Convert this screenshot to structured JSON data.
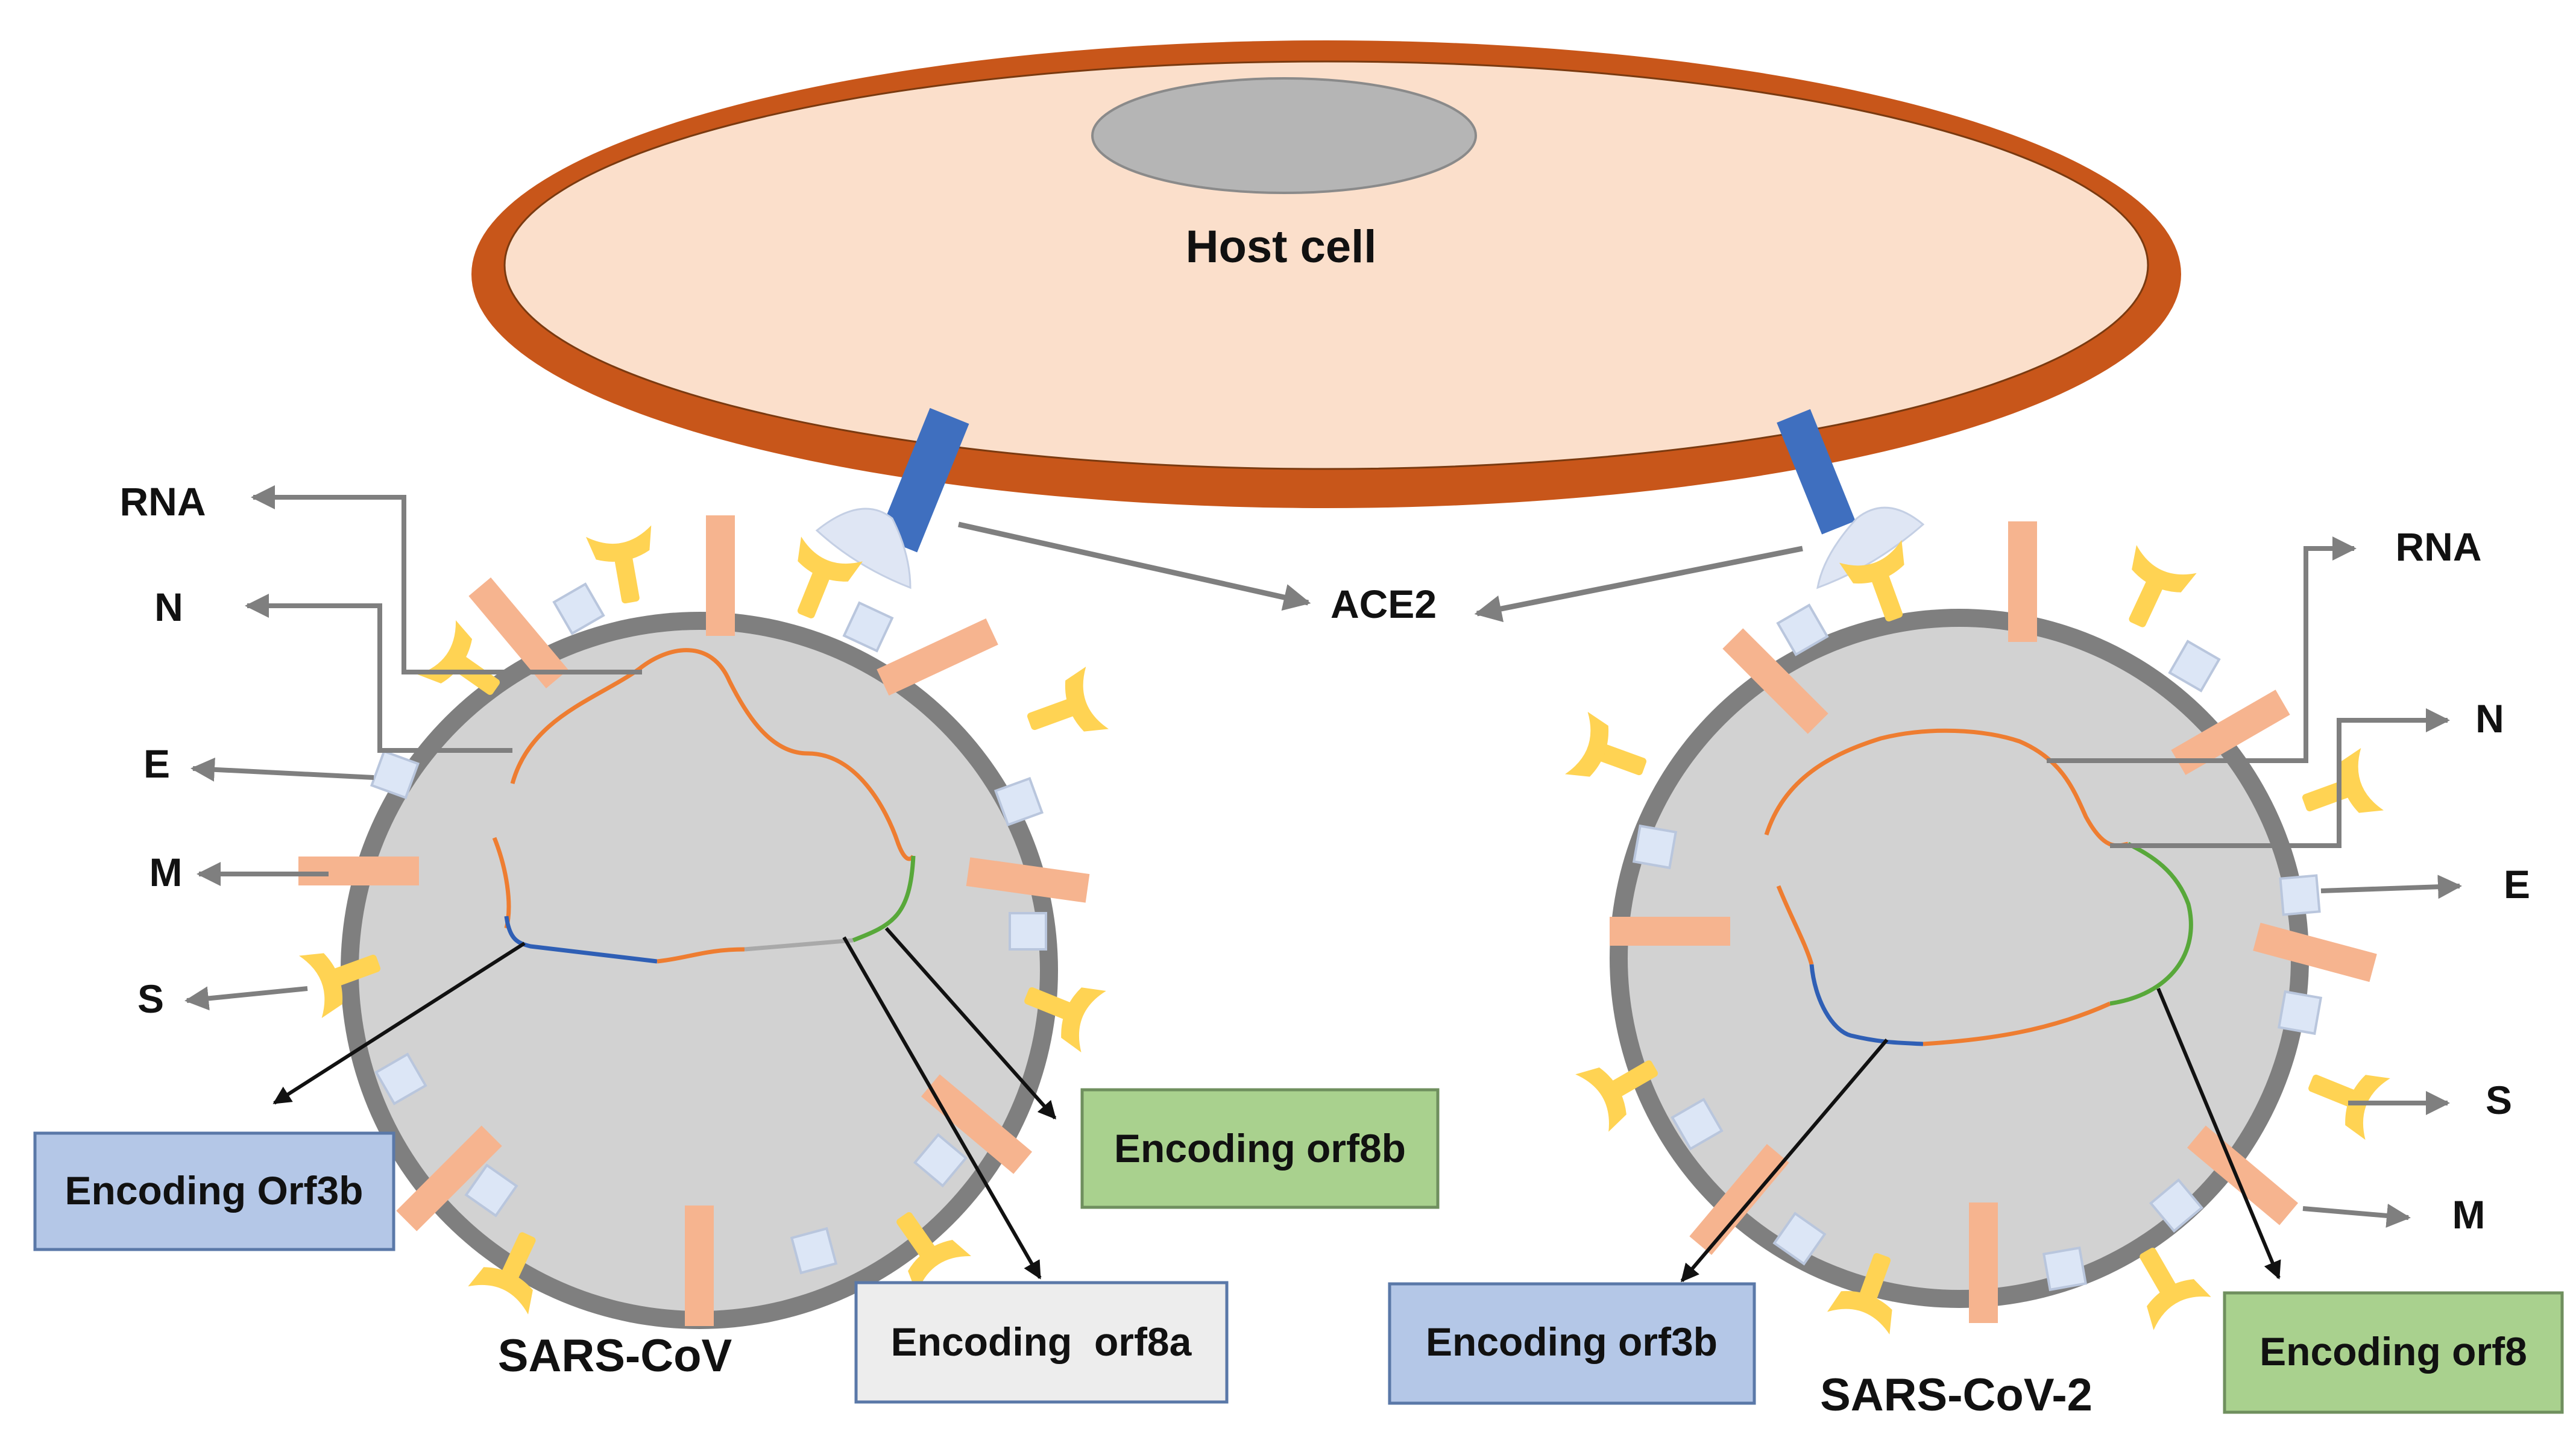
{
  "host_cell": {
    "label": "Host cell"
  },
  "receptor": {
    "label": "ACE2"
  },
  "left_virus": {
    "name": "SARS-CoV",
    "labels": {
      "rna": "RNA",
      "n": "N",
      "e": "E",
      "m": "M",
      "s": "S"
    },
    "boxes": {
      "orf3b": "Encoding Orf3b",
      "orf8a": "Encoding  orf8a",
      "orf8b": "Encoding orf8b"
    }
  },
  "right_virus": {
    "name": "SARS-CoV-2",
    "labels": {
      "rna": "RNA",
      "n": "N",
      "e": "E",
      "s": "S",
      "m": "M"
    },
    "boxes": {
      "orf3b": "Encoding orf3b",
      "orf8": "Encoding orf8"
    }
  },
  "colors": {
    "membrane": "#c8561a",
    "cytoplasm": "#fbdfcb",
    "nucleus": "#b5b5b5",
    "ace2_stem": "#3f6fbf",
    "ace2_cap": "#dfe6f4",
    "virion_body": "#d2d2d2",
    "virion_envelope": "#7f7f7f",
    "spike": "#ffd353",
    "m_protein": "#f6b48f",
    "e_protein": "#dce6f6",
    "rna": "#ee7d31",
    "orf3b_segment": "#2f5fb5",
    "orf8a_segment": "#a9a9a9",
    "orf8b_segment": "#58a83a",
    "box_blue": "#b4c7e7",
    "box_grey": "#ededed",
    "box_green": "#a9d18e",
    "arrow_grey": "#7f7f7f"
  }
}
